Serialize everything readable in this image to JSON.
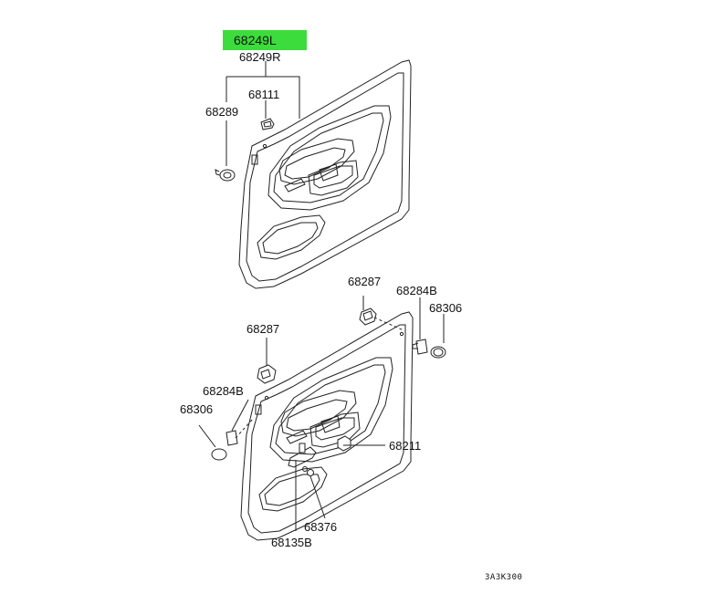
{
  "highlight_color": "#3ddc3d",
  "labels": {
    "p68249L": "68249L",
    "p68249R": "68249R",
    "p68111": "68111",
    "p68289": "68289",
    "p68287_top": "68287",
    "p68284B_right": "68284B",
    "p68306_right": "68306",
    "p68287_mid": "68287",
    "p68284B_left": "68284B",
    "p68306_left": "68306",
    "p68211": "68211",
    "p68376": "68376",
    "p68135B": "68135B"
  },
  "diagram_code": "3A3K300"
}
